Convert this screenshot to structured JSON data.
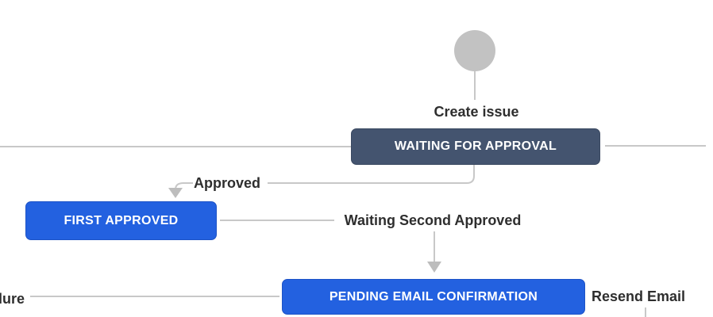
{
  "diagram": {
    "statuses": [
      {
        "label": "WAITING FOR APPROVAL",
        "color": "#44546f"
      },
      {
        "label": "FIRST APPROVED",
        "color": "#2361e0"
      },
      {
        "label": "PENDING EMAIL CONFIRMATION",
        "color": "#2361e0"
      }
    ],
    "transitions": [
      {
        "label": "Create issue"
      },
      {
        "label": "Approved"
      },
      {
        "label": "Waiting Second Approved"
      },
      {
        "label": "lure"
      },
      {
        "label": "Resend Email"
      }
    ],
    "colors": {
      "status_navy": "#44546f",
      "status_blue": "#2361e0",
      "start_node_gray": "#c2c2c2",
      "connector_gray": "#c8c8c8",
      "arrowhead_gray": "#bdbdbd",
      "label_text": "#2e2e2e"
    }
  }
}
